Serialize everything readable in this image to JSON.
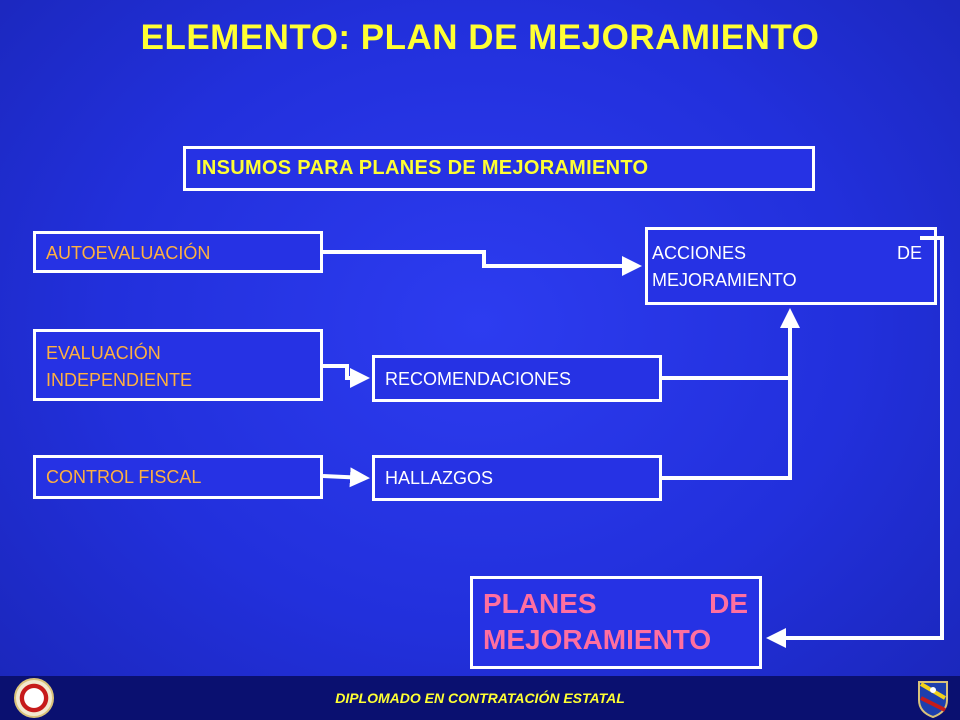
{
  "title": "ELEMENTO: PLAN DE MEJORAMIENTO",
  "insumos": "INSUMOS PARA PLANES DE MEJORAMIENTO",
  "boxes": {
    "autoevaluacion": "AUTOEVALUACIÓN",
    "evaluacion_line1": "EVALUACIÓN",
    "evaluacion_line2": "INDEPENDIENTE",
    "control_fiscal": "CONTROL FISCAL",
    "recomendaciones": "RECOMENDACIONES",
    "hallazgos": "HALLAZGOS",
    "acciones_line1": "ACCIONES DE",
    "acciones_line2": "MEJORAMIENTO",
    "planes_line1": "PLANES DE",
    "planes_line2": "MEJORAMIENTO"
  },
  "footer": "DIPLOMADO EN CONTRATACIÓN ESTATAL",
  "colors": {
    "background": "#2230dc",
    "title": "#ffff33",
    "orange_text": "#ffb040",
    "white_text": "#ffffff",
    "pink_text": "#ff6fa0",
    "lines": "#ffffff"
  }
}
